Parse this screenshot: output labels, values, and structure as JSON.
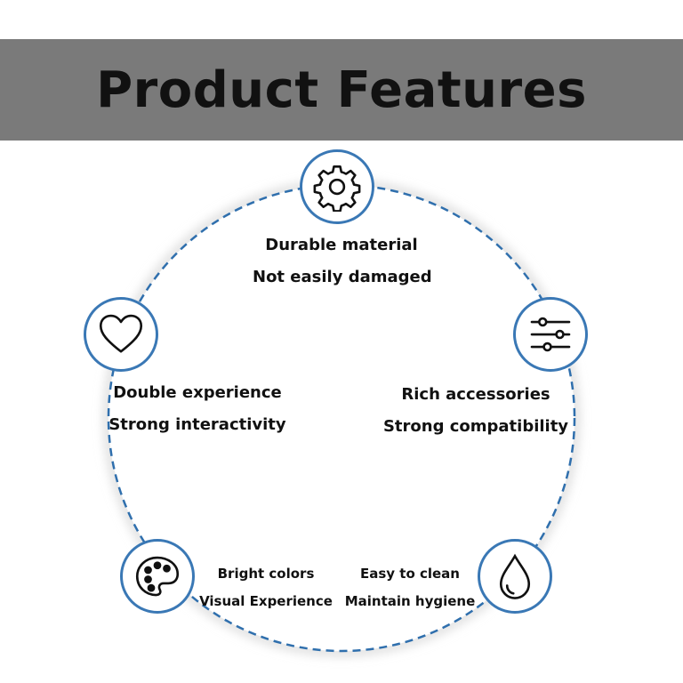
{
  "header": {
    "title": "Product Features",
    "background": "#7a7a7a"
  },
  "accent_color": "#3a78b5",
  "features": [
    {
      "icon": "gear-icon",
      "line1": "Durable material",
      "line2": "Not easily damaged"
    },
    {
      "icon": "sliders-icon",
      "line1": "Rich accessories",
      "line2": "Strong compatibility"
    },
    {
      "icon": "water-drop-icon",
      "line1": "Easy to clean",
      "line2": "Maintain hygiene"
    },
    {
      "icon": "palette-icon",
      "line1": "Bright colors",
      "line2": "Visual Experience"
    },
    {
      "icon": "heart-icon",
      "line1": "Double experience",
      "line2": "Strong interactivity"
    }
  ]
}
